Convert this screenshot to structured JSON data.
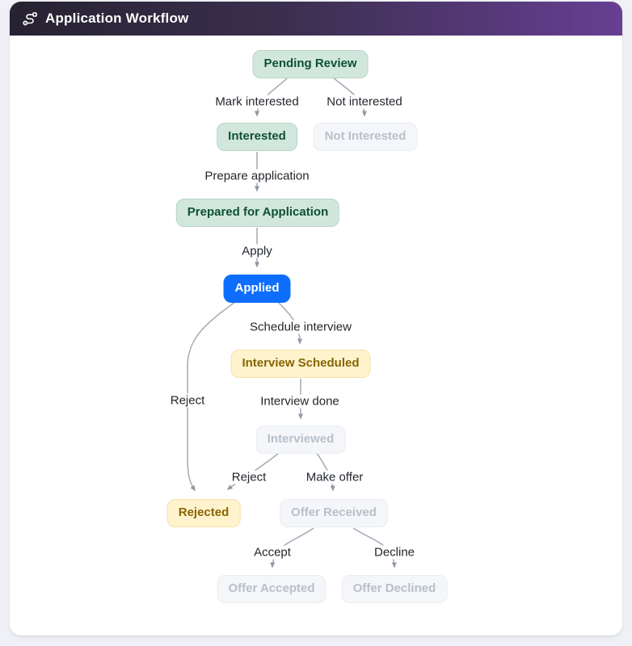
{
  "header": {
    "title": "Application Workflow",
    "icon": "route-icon"
  },
  "theme": {
    "page_bg": "#eff1f6",
    "card_bg": "#ffffff",
    "header_gradient_from": "#262231",
    "header_gradient_to": "#673f93",
    "edge_line": "#a7aeb9",
    "arrow_head": "#8f98a6",
    "edge_label_text": "#23272d",
    "done_bg": "#d1e7dd",
    "done_text": "#0f5132",
    "current_bg": "#0d6efd",
    "current_text": "#ffffff",
    "available_bg": "#fff3cd",
    "available_text": "#876502",
    "disabled_bg": "#f4f6f9",
    "disabled_text": "#b9c0c9"
  },
  "diagram": {
    "type": "flowchart",
    "nodes": [
      {
        "id": "pending-review",
        "label": "Pending Review",
        "status": "done"
      },
      {
        "id": "interested",
        "label": "Interested",
        "status": "done"
      },
      {
        "id": "not-interested",
        "label": "Not Interested",
        "status": "disabled"
      },
      {
        "id": "prepared-for-application",
        "label": "Prepared for Application",
        "status": "done"
      },
      {
        "id": "applied",
        "label": "Applied",
        "status": "current"
      },
      {
        "id": "interview-scheduled",
        "label": "Interview Scheduled",
        "status": "available"
      },
      {
        "id": "interviewed",
        "label": "Interviewed",
        "status": "disabled"
      },
      {
        "id": "rejected",
        "label": "Rejected",
        "status": "available"
      },
      {
        "id": "offer-received",
        "label": "Offer Received",
        "status": "disabled"
      },
      {
        "id": "offer-accepted",
        "label": "Offer Accepted",
        "status": "disabled"
      },
      {
        "id": "offer-declined",
        "label": "Offer Declined",
        "status": "disabled"
      }
    ],
    "edges": [
      {
        "from": "pending-review",
        "to": "interested",
        "label": "Mark interested"
      },
      {
        "from": "pending-review",
        "to": "not-interested",
        "label": "Not interested"
      },
      {
        "from": "interested",
        "to": "prepared-for-application",
        "label": "Prepare application"
      },
      {
        "from": "prepared-for-application",
        "to": "applied",
        "label": "Apply"
      },
      {
        "from": "applied",
        "to": "rejected",
        "label": "Reject"
      },
      {
        "from": "applied",
        "to": "interview-scheduled",
        "label": "Schedule interview"
      },
      {
        "from": "interview-scheduled",
        "to": "interviewed",
        "label": "Interview done"
      },
      {
        "from": "interviewed",
        "to": "rejected",
        "label": "Reject"
      },
      {
        "from": "interviewed",
        "to": "offer-received",
        "label": "Make offer"
      },
      {
        "from": "offer-received",
        "to": "offer-accepted",
        "label": "Accept"
      },
      {
        "from": "offer-received",
        "to": "offer-declined",
        "label": "Decline"
      }
    ]
  }
}
